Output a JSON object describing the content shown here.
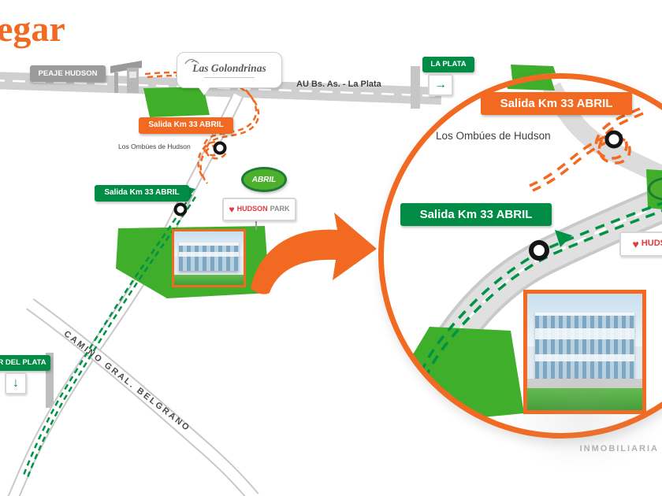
{
  "header": {
    "title_fragment": "egar"
  },
  "map": {
    "peaje_sign": "PEAJE HUDSON",
    "golondrinas_name": "Las Golondrinas",
    "highway_label": "AU Bs. As. - La Plata",
    "la_plata_sign": "LA PLATA",
    "exit_orange_sign": "Salida Km 33 ABRIL",
    "ombues_label": "Los Ombúes de Hudson",
    "abril_logo": "ABRIL",
    "exit_green_sign": "Salida Km 33 ABRIL",
    "hudson_park": {
      "word1": "HUDSON",
      "word2": "PARK"
    },
    "camino_label": "CAMINO GRAL. BELGRANO",
    "mar_del_plata_sign": "R DEL PLATA"
  },
  "zoom": {
    "exit_orange_sign": "Salida Km 33 ABRIL",
    "ombues_label": "Los Ombúes de Hudson",
    "exit_green_sign": "Salida Km 33 ABRIL",
    "hudson_park": {
      "word1": "HUDSON"
    }
  },
  "icons": {
    "heart": "♥",
    "arrow_right": "→",
    "arrow_down": "↓"
  },
  "watermark": {
    "label": "INMOBILIARIA"
  },
  "colors": {
    "orange": "#F26A21",
    "green_sign": "#008C44",
    "land_green": "#3FAE2A",
    "road_gray": "#cfcfcf"
  }
}
